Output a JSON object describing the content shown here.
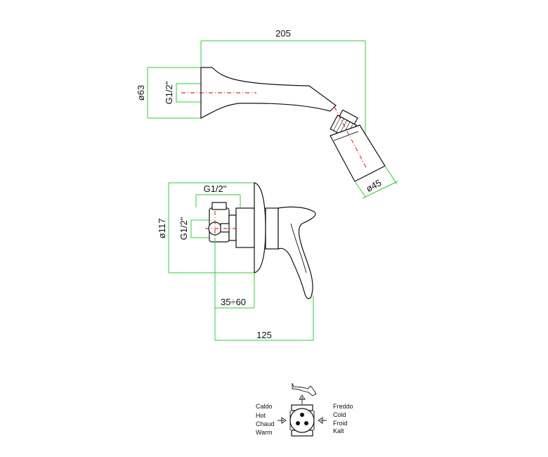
{
  "shower_arm": {
    "length_label": "205",
    "flange_diameter_label": "ø63",
    "inlet_thread_label": "G1/2\"",
    "head_diameter_label": "ø45"
  },
  "mixer": {
    "top_thread_label": "G1/2\"",
    "side_thread_label": "G1/2\"",
    "plate_diameter_label": "ø117",
    "depth_range_label": "35÷60",
    "depth_label": "125"
  },
  "schematic": {
    "left_labels": [
      "Caldo",
      "Hot",
      "Chaud",
      "Warm"
    ],
    "right_labels": [
      "Freddo",
      "Cold",
      "Froid",
      "Kalt"
    ]
  },
  "colors": {
    "dimension_lines": "#33cc33",
    "center_lines": "#cc0000",
    "outlines": "#111111"
  }
}
